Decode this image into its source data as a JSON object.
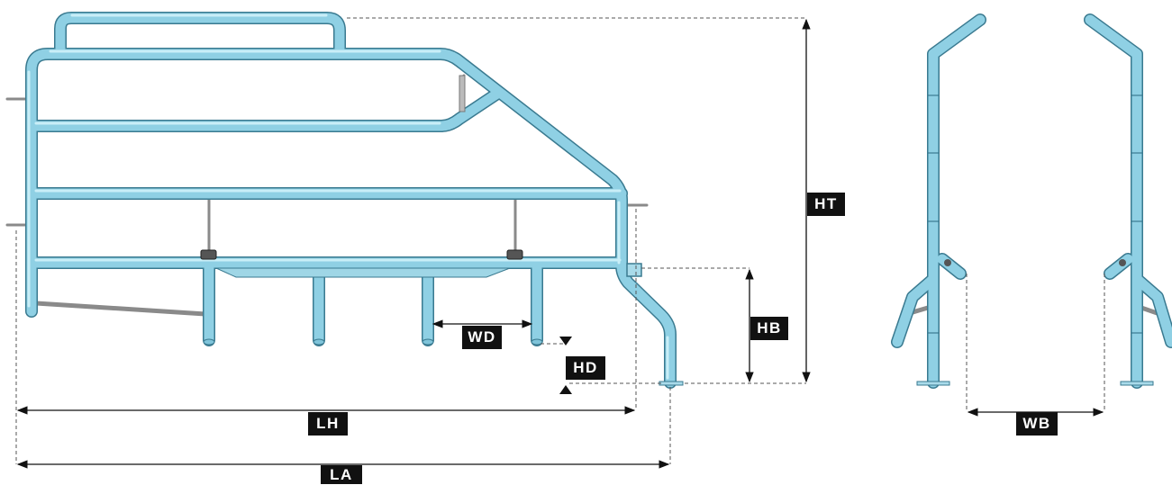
{
  "colors": {
    "tube": "#8fd0e4",
    "tube_edge": "#3a7a90",
    "tube_highlight": "#c9eef7",
    "rod": "#8a8a8a",
    "dimension_line": "#111111",
    "label_background": "#111111",
    "label_text": "#ffffff"
  },
  "views": [
    "side-view",
    "end-view-left-post",
    "end-view-right-post"
  ],
  "dimensions": {
    "WD": "WD",
    "HD": "HD",
    "HB": "HB",
    "HT": "HT",
    "LH": "LH",
    "LA": "LA",
    "WB": "WB"
  }
}
